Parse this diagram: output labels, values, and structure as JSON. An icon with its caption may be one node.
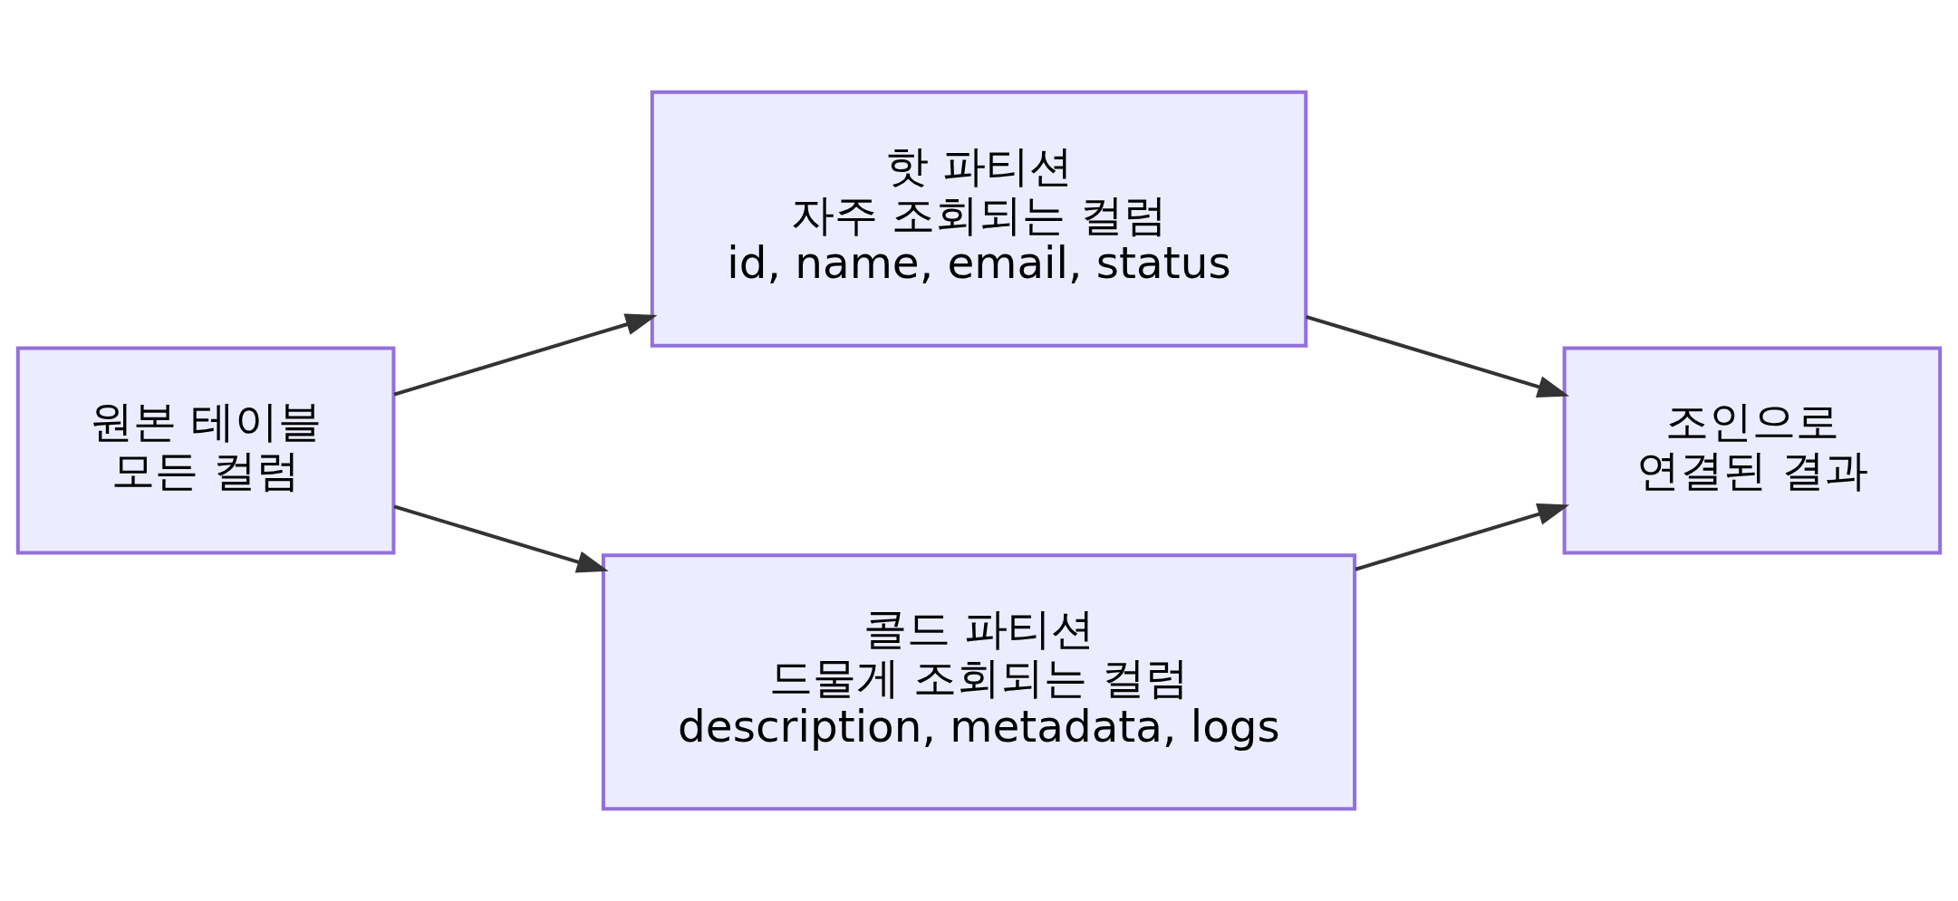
{
  "diagram": {
    "nodes": [
      {
        "text": [
          "원본 테이블",
          "모든 컬럼"
        ]
      },
      {
        "text": [
          "핫 파티션",
          "자주 조회되는 컬럼",
          "id, name, email, status"
        ]
      },
      {
        "text": [
          "콜드 파티션",
          "드물게 조회되는 컬럼",
          "description, metadata, logs"
        ]
      },
      {
        "text": [
          "조인으로",
          "연결된 결과"
        ]
      }
    ],
    "edges": [
      {
        "from": 0,
        "to": 1,
        "arrow": "to"
      },
      {
        "from": 0,
        "to": 2,
        "arrow": "to"
      },
      {
        "from": 1,
        "to": 3,
        "arrow": "to"
      },
      {
        "from": 2,
        "to": 3,
        "arrow": "to"
      }
    ]
  }
}
